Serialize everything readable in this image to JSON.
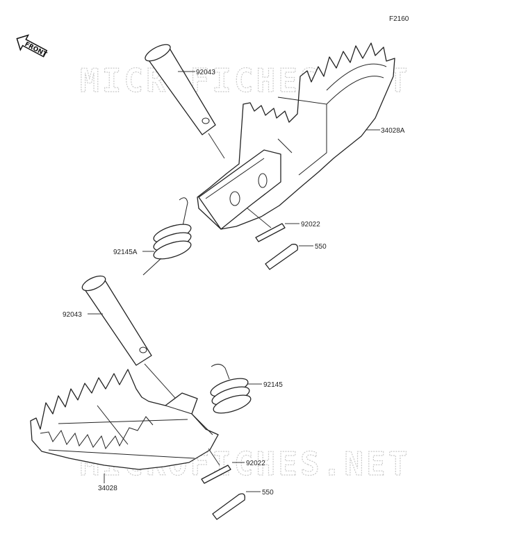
{
  "figure_code": "F2160",
  "front_indicator": "FRONT",
  "watermark": "MICROFICHES.NET",
  "upper_assembly": {
    "pin": "92043",
    "footpeg": "34028A",
    "washer": "92022",
    "cotter_pin": "550",
    "spring": "92145A"
  },
  "lower_assembly": {
    "pin": "92043",
    "spring": "92145",
    "washer": "92022",
    "footpeg": "34028",
    "cotter_pin": "550"
  }
}
